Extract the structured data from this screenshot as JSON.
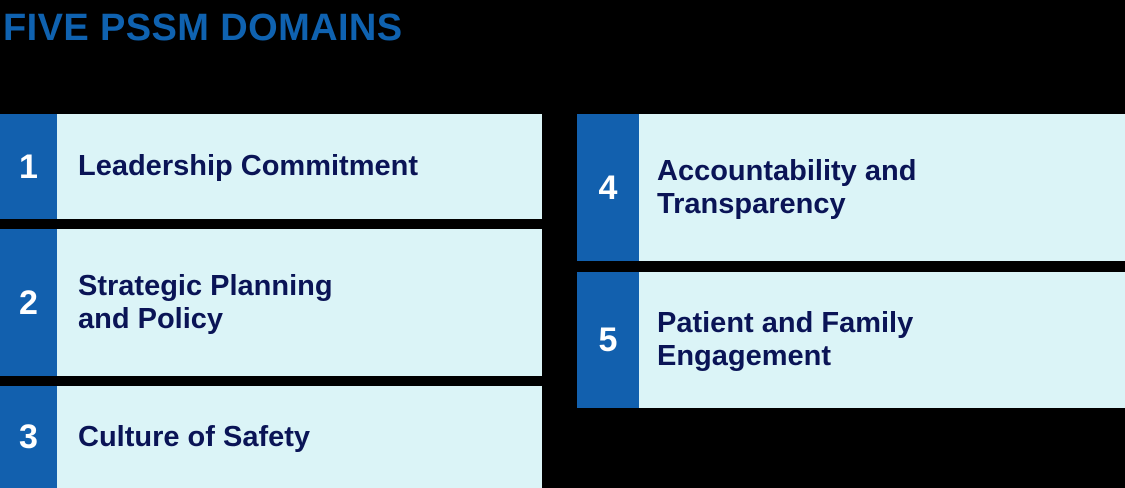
{
  "title": "FIVE PSSM DOMAINS",
  "colors": {
    "background": "#000000",
    "title_blue": "#0F62B0",
    "number_block_blue": "#1260AE",
    "panel_cyan": "#DBF4F7",
    "label_navy": "#0A1456",
    "number_white": "#FFFFFF"
  },
  "columns": {
    "left": {
      "rows": [
        {
          "number": "1",
          "label": "Leadership Commitment"
        },
        {
          "number": "2",
          "label": "Strategic Planning\nand Policy"
        },
        {
          "number": "3",
          "label": "Culture of Safety"
        }
      ]
    },
    "right": {
      "rows": [
        {
          "number": "4",
          "label": "Accountability and\nTransparency"
        },
        {
          "number": "5",
          "label": "Patient and Family\nEngagement"
        }
      ]
    }
  }
}
